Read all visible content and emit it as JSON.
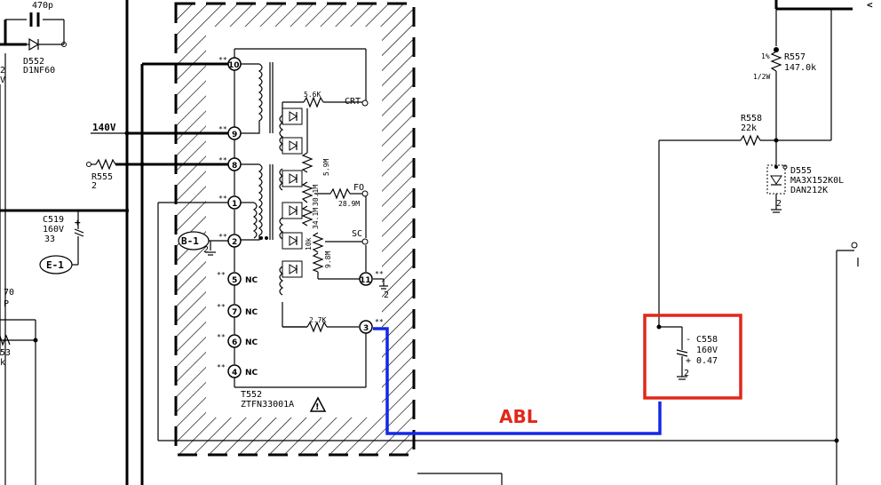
{
  "colors": {
    "wire": "#000000",
    "abl_trace": "#1428e6",
    "highlight_box": "#e0281a",
    "abl_label": "#e0281a",
    "background": "#ffffff"
  },
  "top_left": {
    "cap_value": "470p",
    "diode_ref": "D552",
    "diode_part": "D1NF60",
    "edge_2": "2",
    "edge_v": "V"
  },
  "left_side": {
    "voltage_140": "140V",
    "r555_ref": "R555",
    "r555_val": "2",
    "c519_ref": "C519",
    "c519_v": "160V",
    "c519_val": "33",
    "e1_label": "E-1",
    "edge_70": "70",
    "edge_p": "P",
    "edge_53": "53",
    "edge_k": "k"
  },
  "transformer": {
    "ref": "T552",
    "part": "ZTFN33001A",
    "b1_label": "B-1",
    "b1_gnd": "2",
    "pins": [
      "10",
      "9",
      "8",
      "1",
      "2",
      "5",
      "7",
      "6",
      "4",
      "11",
      "3"
    ],
    "nc": "NC",
    "r_5k6": "5.6K",
    "r_2k7": "2.7K",
    "crt": "CRT",
    "fo": "FO",
    "sc": "SC",
    "r_5m": "5.9M",
    "r_28m": "28.9M",
    "r_30m": "30.1M",
    "r_34m": "34.1M",
    "r_10k": "10k",
    "r_9m": "9.8M",
    "gnd_11": "2",
    "stars": "**"
  },
  "right_side": {
    "r557_ref": "R557",
    "r557_val": "147.0k",
    "r557_pct": "1%",
    "r557_w": "1/2W",
    "r558_ref": "R558",
    "r558_val": "22k",
    "d555_ref": "D555",
    "d555_part1": "MA3X152K0L",
    "d555_part2": "DAN212K",
    "d555_gnd": "2",
    "c558_ref": "C558",
    "c558_v": "160V",
    "c558_val": "0.47",
    "c558_gnd": "2",
    "top_edge": "<"
  },
  "abl_label": "ABL"
}
